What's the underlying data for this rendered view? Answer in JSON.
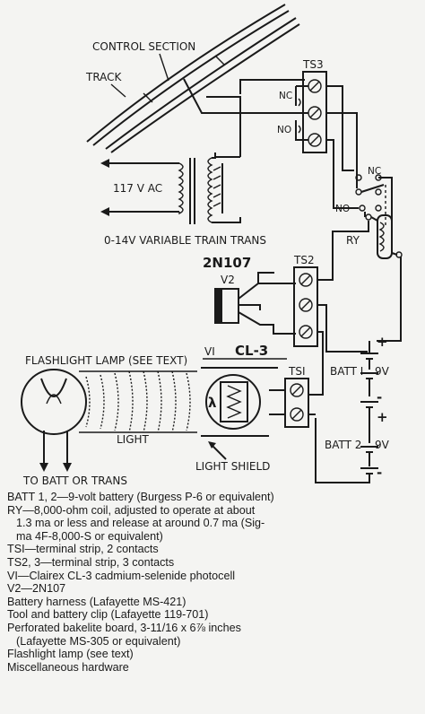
{
  "diagram": {
    "labels": {
      "control_section": "CONTROL SECTION",
      "track": "TRACK",
      "ts3": "TS3",
      "nc_ts3": "NC",
      "no_ts3": "NO",
      "nc_relay": "NC",
      "no_relay": "NO",
      "ac_in": "117 V AC",
      "transformer": "0-14V VARIABLE TRAIN TRANS",
      "ry": "RY",
      "transistor": "2N107",
      "v2": "V2",
      "ts2": "TS2",
      "flashlight": "FLASHLIGHT LAMP (SEE TEXT)",
      "v1": "VI",
      "cl3": "CL-3",
      "ts1": "TSI",
      "batt1": "BATT I",
      "batt1_v": "9V",
      "batt2": "BATT 2",
      "batt2_v": "9V",
      "plus1": "+",
      "plus2": "+",
      "minus1": "-",
      "minus2": "-",
      "light": "LIGHT",
      "light_shield": "LIGHT SHIELD",
      "to_batt": "TO BATT OR TRANS",
      "lambda": "λ"
    }
  },
  "parts_list": [
    {
      "text": "BATT 1, 2—9-volt battery (Burgess P-6 or equivalent)"
    },
    {
      "text": "RY—8,000-ohm coil, adjusted to operate at about",
      "cont": [
        "1.3 ma or less and release at around 0.7 ma (Sig-",
        "ma 4F-8,000-S or equivalent)"
      ]
    },
    {
      "text": "TSI—terminal strip, 2 contacts"
    },
    {
      "text": "TS2, 3—terminal strip, 3 contacts"
    },
    {
      "text": "VI—Clairex CL-3 cadmium-selenide photocell"
    },
    {
      "text": "V2—2N107"
    },
    {
      "text": "Battery harness (Lafayette MS-421)"
    },
    {
      "text": "Tool and battery clip (Lafayette 119-701)"
    },
    {
      "text": "Perforated bakelite board, 3-11/16 x 6⅞ inches",
      "cont": [
        "(Lafayette MS-305 or equivalent)"
      ]
    },
    {
      "text": "Flashlight lamp (see text)"
    },
    {
      "text": "Miscellaneous hardware"
    }
  ]
}
